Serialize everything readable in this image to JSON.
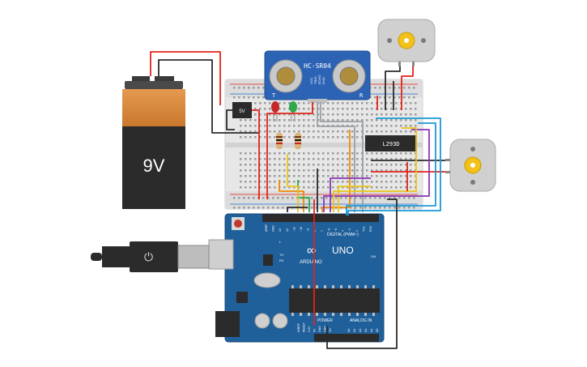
{
  "battery": {
    "label": "9V"
  },
  "regulator": {
    "label": "5V"
  },
  "sensor": {
    "model": "HC-SR04",
    "pins": [
      "VCC",
      "TRIG",
      "ECHO",
      "GND"
    ],
    "side_left": "T",
    "side_right": "R"
  },
  "driver": {
    "label": "L293D"
  },
  "arduino": {
    "brand": "ARDUINO",
    "model": "UNO",
    "header_digital": "DIGITAL (PWM~)",
    "header_power": "POWER",
    "header_analog": "ANALOG IN",
    "tx": "TX",
    "rx": "RX",
    "on": "ON",
    "l": "L",
    "digital_pins": [
      "AREF",
      "GND",
      "13",
      "12",
      "~11",
      "~10",
      "~9",
      "8",
      "7",
      "~6",
      "~5",
      "4",
      "~3",
      "2",
      "TX1",
      "RX0"
    ],
    "power_pins": [
      "IOREF",
      "RESET",
      "3.3V",
      "5V",
      "GND",
      "GND",
      "Vin"
    ],
    "analog_pins": [
      "A0",
      "A1",
      "A2",
      "A3",
      "A4",
      "A5"
    ]
  },
  "colors": {
    "wire_red": "#e2231a",
    "wire_black": "#2b2b2b",
    "wire_orange": "#f08a00",
    "wire_yellow": "#e8c619",
    "wire_green": "#2da84a",
    "wire_purple": "#8b35b8",
    "wire_blue": "#1a9ad6",
    "wire_gray": "#9aa0a6",
    "board_blue": "#1f5f9a",
    "sensor_blue": "#2d63b5",
    "battery_orange": "#d98a3a",
    "battery_black": "#2b2b2b"
  }
}
